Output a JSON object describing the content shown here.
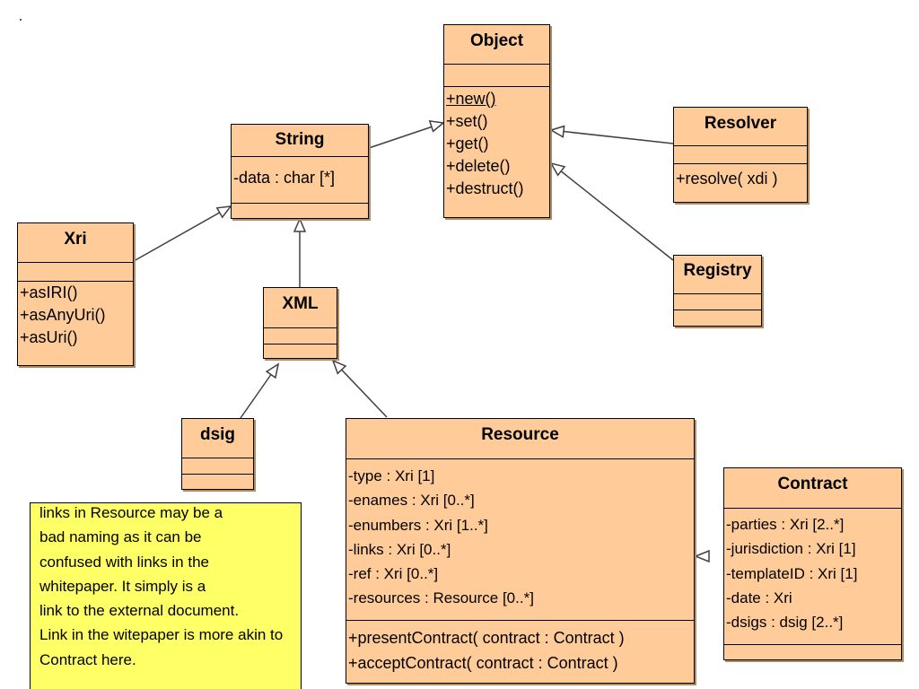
{
  "classes": {
    "object": {
      "name": "Object",
      "operations": [
        "+new()",
        "+set()",
        "+get()",
        "+delete()",
        "+destruct()"
      ]
    },
    "string": {
      "name": "String",
      "attributes": [
        "-data : char [*]"
      ]
    },
    "resolver": {
      "name": "Resolver",
      "operations": [
        "+resolve( xdi )"
      ]
    },
    "registry": {
      "name": "Registry"
    },
    "xri": {
      "name": "Xri",
      "operations": [
        "+asIRI()",
        "+asAnyUri()",
        "+asUri()"
      ]
    },
    "xml": {
      "name": "XML"
    },
    "dsig": {
      "name": "dsig"
    },
    "resource": {
      "name": "Resource",
      "attributes": [
        "-type : Xri [1]",
        "-enames : Xri [0..*]",
        "-enumbers : Xri [1..*]",
        "-links : Xri [0..*]",
        "-ref : Xri [0..*]",
        "-resources : Resource [0..*]"
      ],
      "operations": [
        "+presentContract( contract : Contract )",
        "+acceptContract( contract : Contract )"
      ]
    },
    "contract": {
      "name": "Contract",
      "attributes": [
        "-parties : Xri [2..*]",
        "-jurisdiction : Xri [1]",
        "-templateID : Xri [1]",
        "-date : Xri",
        "-dsigs : dsig [2..*]"
      ]
    }
  },
  "note": {
    "lines": [
      "links in Resource may be a",
      "bad naming as it can be",
      "confused with links in the",
      "whitepaper. It simply is a",
      "link to the external document.",
      "Link in the witepaper is more akin to",
      "Contract here."
    ]
  },
  "colors": {
    "class_fill": "#ffcc99",
    "note_fill": "#ffff66",
    "line": "#404040"
  }
}
